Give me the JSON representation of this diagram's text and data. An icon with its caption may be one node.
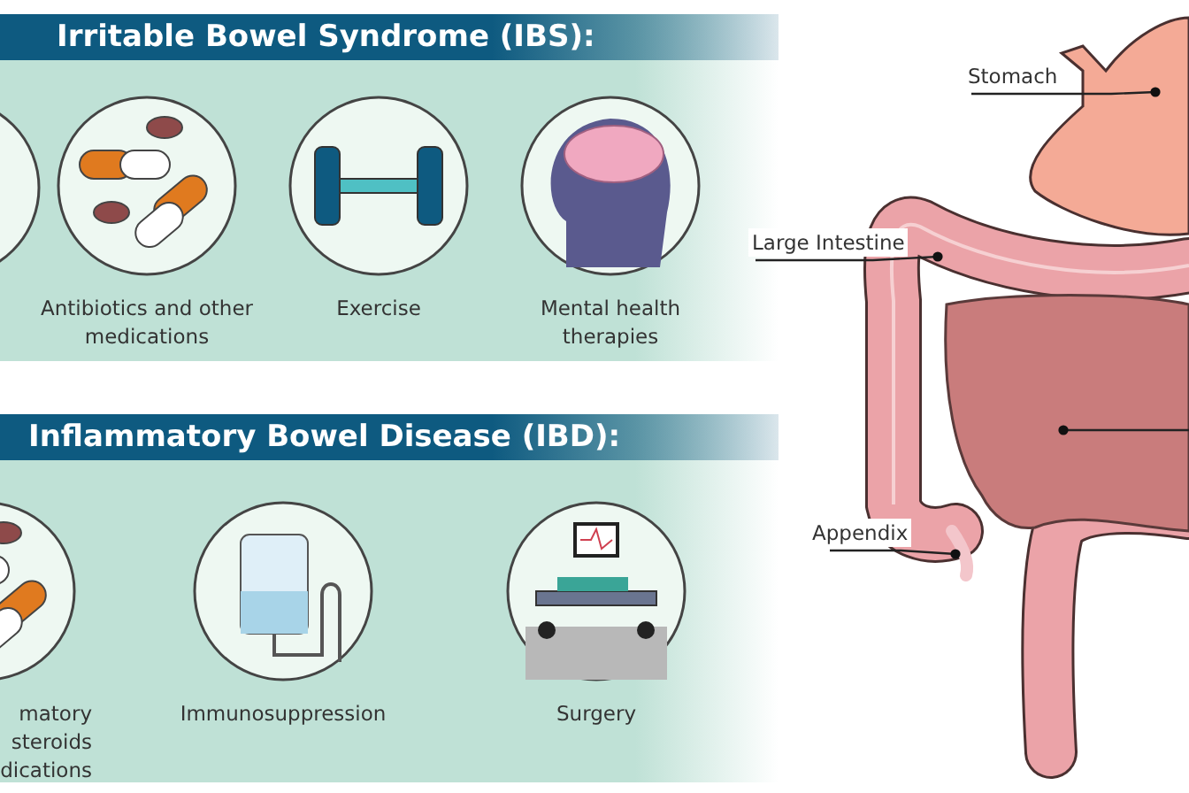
{
  "diagram": {
    "nodes": [
      {
        "text": [
          "Irritable Bowel Syndrome (IBS):"
        ]
      },
      {
        "text": [],
        "shape": "circle",
        "in": 0
      },
      {
        "text": [
          "Antibiotics and other medications"
        ],
        "in": 0
      },
      {
        "text": [
          "Exercise"
        ],
        "in": 0
      },
      {
        "text": [
          "Mental health therapies"
        ],
        "in": 0
      },
      {
        "text": [
          "Inflammatory Bowel Disease (IBD):"
        ]
      },
      {
        "text": [
          "matory steroids dications"
        ],
        "in": 5
      },
      {
        "text": [
          "Immunosuppression"
        ],
        "in": 5
      },
      {
        "text": [
          "Surgery"
        ],
        "in": 5
      },
      {
        "text": [
          "Stomach"
        ]
      },
      {
        "text": [
          "Large Intestine"
        ]
      },
      {
        "text": [
          "Appendix"
        ]
      },
      {
        "text": [],
        "shape": "picture"
      }
    ],
    "edges": [
      {
        "from": 9,
        "to": null,
        "arrow": "none"
      },
      {
        "from": 10,
        "to": null,
        "arrow": "none"
      },
      {
        "from": 11,
        "to": null,
        "arrow": "none"
      },
      {
        "from": null,
        "to": 12,
        "arrow": "none"
      }
    ]
  }
}
